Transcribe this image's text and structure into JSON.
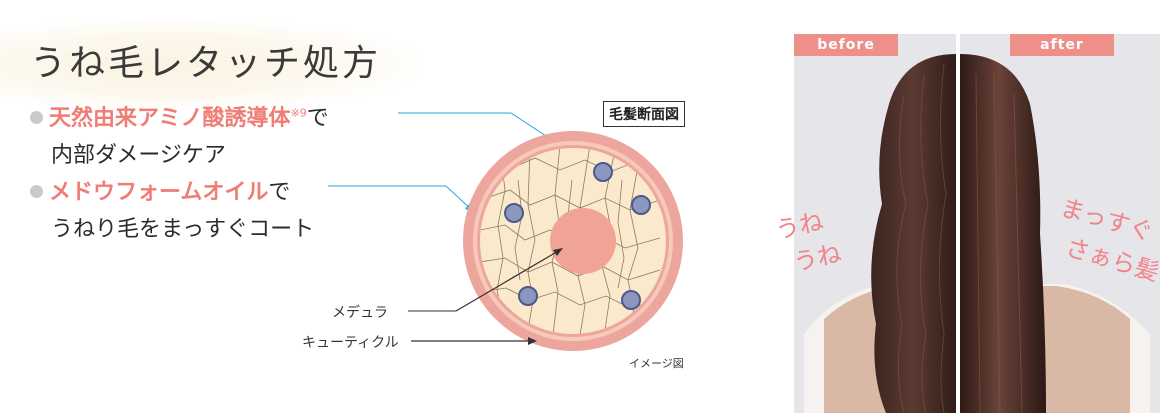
{
  "heading": "うね毛レタッチ処方",
  "point1": {
    "highlight": "天然由来アミノ酸誘導体",
    "note": "※9",
    "suffix": "で",
    "line2": "内部ダメージケア"
  },
  "point2": {
    "highlight": "メドウフォームオイル",
    "suffix": "で",
    "line2": "うねり毛をまっすぐコート"
  },
  "diagram": {
    "title": "毛髪断面図",
    "label_medulla": "メデュラ",
    "label_cuticle": "キューティクル",
    "image_note": "イメージ図"
  },
  "photo": {
    "before_label": "before",
    "after_label": "after",
    "left_caption_1": "うね",
    "left_caption_2": "うね",
    "right_caption_1": "まっすぐ",
    "right_caption_2": "さぁら髪"
  },
  "colors": {
    "accent": "#ef7d76",
    "cuticle": "#eda69d",
    "cortex": "#fbe9cc",
    "medulla": "#f1a396",
    "dot": "#8b97bf",
    "leader": "#2aa7d6"
  }
}
